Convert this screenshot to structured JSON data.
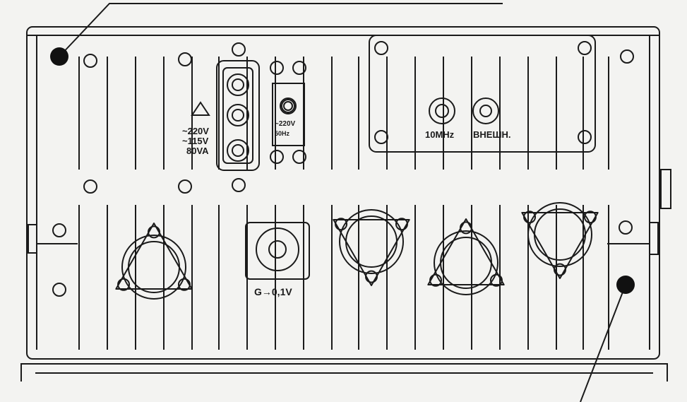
{
  "power_label": {
    "v1": "~220V",
    "v2": "~115V",
    "va": "80VA"
  },
  "fuse_label": {
    "v": "~220V",
    "hz": "50Hz"
  },
  "ref_labels": {
    "freq": "10MHz",
    "ext": "ВНЕШН."
  },
  "signal_label": "G→0,1V"
}
